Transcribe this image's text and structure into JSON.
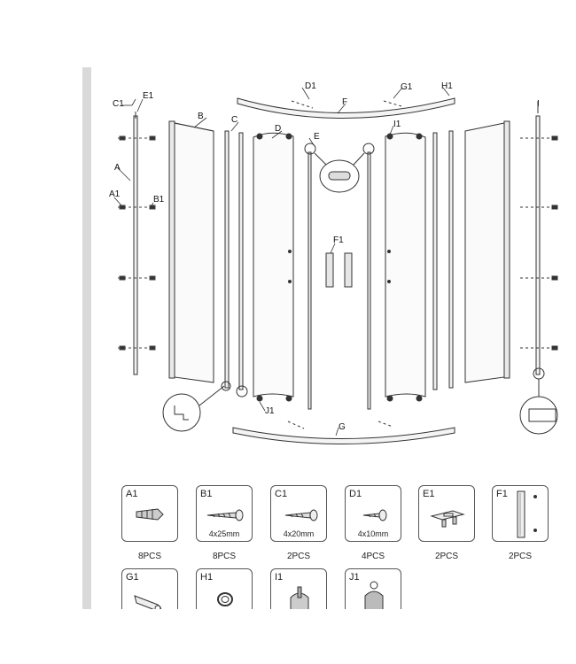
{
  "diagram": {
    "labels": {
      "A": "A",
      "A1": "A1",
      "B": "B",
      "B1": "B1",
      "C": "C",
      "C1": "C1",
      "D": "D",
      "D1": "D1",
      "E": "E",
      "E1": "E1",
      "F": "F",
      "F1": "F1",
      "G": "G",
      "G1": "G1",
      "H1": "H1",
      "I": "I",
      "I1": "I1",
      "J1": "J1"
    }
  },
  "parts": [
    {
      "code": "A1",
      "size": "",
      "qty": "8PCS",
      "icon": "wall-plug-icon"
    },
    {
      "code": "B1",
      "size": "4x25mm",
      "qty": "8PCS",
      "icon": "screw-icon"
    },
    {
      "code": "C1",
      "size": "4x20mm",
      "qty": "2PCS",
      "icon": "screw-icon"
    },
    {
      "code": "D1",
      "size": "4x10mm",
      "qty": "4PCS",
      "icon": "short-screw-icon"
    },
    {
      "code": "E1",
      "size": "",
      "qty": "2PCS",
      "icon": "bracket-icon"
    },
    {
      "code": "F1",
      "size": "",
      "qty": "2PCS",
      "icon": "handle-icon"
    },
    {
      "code": "G1",
      "size": "",
      "qty": "",
      "icon": "hinge-plate-icon"
    },
    {
      "code": "H1",
      "size": "",
      "qty": "",
      "icon": "ring-icon"
    },
    {
      "code": "I1",
      "size": "",
      "qty": "",
      "icon": "roller-icon"
    },
    {
      "code": "J1",
      "size": "",
      "qty": "",
      "icon": "roller-icon"
    }
  ]
}
